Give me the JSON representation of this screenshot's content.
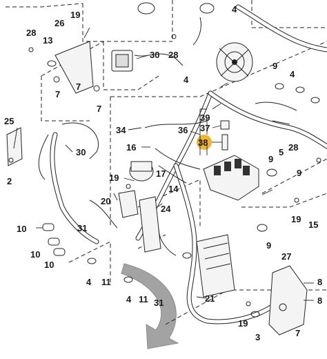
{
  "diagram": {
    "highlight_color": "#f2b233",
    "arrow_color": "#9a9a9a",
    "callouts": [
      {
        "id": "c19a",
        "text": "19"
      },
      {
        "id": "c26",
        "text": "26"
      },
      {
        "id": "c28a",
        "text": "28"
      },
      {
        "id": "c13",
        "text": "13"
      },
      {
        "id": "c7a",
        "text": "7"
      },
      {
        "id": "c7b",
        "text": "7"
      },
      {
        "id": "c4a",
        "text": "4"
      },
      {
        "id": "c30a",
        "text": "30"
      },
      {
        "id": "c28b",
        "text": "28"
      },
      {
        "id": "c9a",
        "text": "9"
      },
      {
        "id": "c4b",
        "text": "4"
      },
      {
        "id": "c4c",
        "text": "4"
      },
      {
        "id": "c7c",
        "text": "7"
      },
      {
        "id": "c25",
        "text": "25"
      },
      {
        "id": "c2",
        "text": "2"
      },
      {
        "id": "c30b",
        "text": "30"
      },
      {
        "id": "c34",
        "text": "34"
      },
      {
        "id": "c36",
        "text": "36"
      },
      {
        "id": "c39",
        "text": "39"
      },
      {
        "id": "c37",
        "text": "37"
      },
      {
        "id": "c38",
        "text": "38"
      },
      {
        "id": "c16",
        "text": "16"
      },
      {
        "id": "c5",
        "text": "5"
      },
      {
        "id": "c28c",
        "text": "28"
      },
      {
        "id": "c9b",
        "text": "9"
      },
      {
        "id": "c9c",
        "text": "9"
      },
      {
        "id": "c19b",
        "text": "19"
      },
      {
        "id": "c17",
        "text": "17"
      },
      {
        "id": "c14",
        "text": "14"
      },
      {
        "id": "c20",
        "text": "20"
      },
      {
        "id": "c24",
        "text": "24"
      },
      {
        "id": "c19c",
        "text": "19"
      },
      {
        "id": "c15",
        "text": "15"
      },
      {
        "id": "c10a",
        "text": "10"
      },
      {
        "id": "c31a",
        "text": "31"
      },
      {
        "id": "c10b",
        "text": "10"
      },
      {
        "id": "c10c",
        "text": "10"
      },
      {
        "id": "c9d",
        "text": "9"
      },
      {
        "id": "c4d",
        "text": "4"
      },
      {
        "id": "c11a",
        "text": "11"
      },
      {
        "id": "c4e",
        "text": "4"
      },
      {
        "id": "c11b",
        "text": "11"
      },
      {
        "id": "c31b",
        "text": "31"
      },
      {
        "id": "c21",
        "text": "21"
      },
      {
        "id": "c27",
        "text": "27"
      },
      {
        "id": "c8a",
        "text": "8"
      },
      {
        "id": "c8b",
        "text": "8"
      },
      {
        "id": "c19d",
        "text": "19"
      },
      {
        "id": "c3",
        "text": "3"
      },
      {
        "id": "c7d",
        "text": "7"
      }
    ]
  }
}
